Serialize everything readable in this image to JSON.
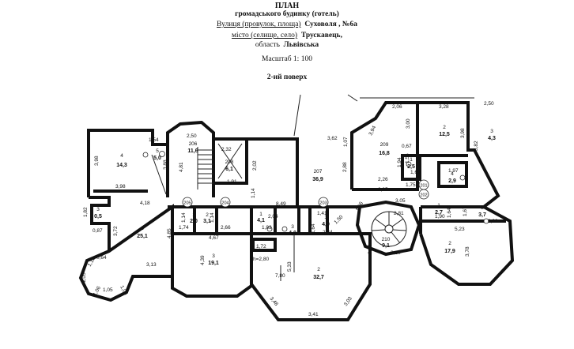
{
  "header": {
    "title": "ПЛАН",
    "subtitle": "громадського будинку (готель)",
    "street_label": "Вулиця (провулок, площа)",
    "street_value": "Суховоля , №6а",
    "city_label": "місто (селище, село)",
    "city_value": "Трускавець,",
    "region_label": "область",
    "region_value": "Львівська",
    "scale": "Масштаб 1: 100",
    "floor": "2-ий поверх"
  },
  "rooms": [
    {
      "id": "r4",
      "num": "4",
      "area": "14,3"
    },
    {
      "id": "r5",
      "num": "5",
      "area": "5,0"
    },
    {
      "id": "r206",
      "num": "206",
      "area": "11,6"
    },
    {
      "id": "r208",
      "num": "208",
      "area": "6,1"
    },
    {
      "id": "r207",
      "num": "207",
      "area": "36,9"
    },
    {
      "id": "r209",
      "num": "209",
      "area": "16,8"
    },
    {
      "id": "r2b",
      "num": "2",
      "area": "12,5"
    },
    {
      "id": "r3b",
      "num": "3",
      "area": "4,3"
    },
    {
      "id": "r1b",
      "num": "1",
      "area": "2,5"
    },
    {
      "id": "r4b",
      "num": "4",
      "area": "2,9"
    },
    {
      "id": "r3c",
      "num": "3",
      "area": "0,5"
    },
    {
      "id": "r2c",
      "num": "2",
      "area": "25,1"
    },
    {
      "id": "r1c",
      "num": "1",
      "area": "2,0"
    },
    {
      "id": "r2d",
      "num": "2",
      "area": "3,1"
    },
    {
      "id": "r1d",
      "num": "1",
      "area": "4,1"
    },
    {
      "id": "r3d",
      "num": "3",
      "area": "4,0"
    },
    {
      "id": "r1e",
      "num": "1",
      "area": "4,0"
    },
    {
      "id": "r3e",
      "num": "3",
      "area": "19,1"
    },
    {
      "id": "r2e",
      "num": "2",
      "area": "32,7"
    },
    {
      "id": "r210",
      "num": "210",
      "area": "9,1"
    },
    {
      "id": "r1f",
      "num": "1",
      "area": "2,7"
    },
    {
      "id": "r3f",
      "num": "3",
      "area": "3,7"
    },
    {
      "id": "r2f",
      "num": "2",
      "area": "17,9"
    }
  ],
  "doors": [
    "205",
    "204",
    "203",
    "201",
    "202"
  ],
  "dimensions": [
    "1,54",
    "2,50",
    "3,98",
    "3,98",
    "4,18",
    "3,88",
    "4,81",
    "2,32",
    "2,02",
    "1,91",
    "1,14",
    "3,62",
    "2,88",
    "8,49",
    "2,06",
    "3,28",
    "2,50",
    "3,00",
    "3,94",
    "1,07",
    "0,67",
    "1,94",
    "1,56",
    "1,69",
    "1,97",
    "2,26",
    "2,25",
    "3,98",
    "5,82",
    "1,75",
    "3,05",
    "1,82",
    "0,87",
    "3,72",
    "4,85",
    "1,14",
    "1,74",
    "1,14",
    "2,66",
    "4,67",
    "2,04",
    "1,83",
    "1,41",
    "1,50",
    "1,96",
    "2,81",
    "2,34",
    "1,64",
    "1,90",
    "1,64",
    "1,67",
    "0,03",
    "5,23",
    "3,78",
    "0,64",
    "1,11",
    "3,13",
    "1,05",
    "1,06",
    "1,05",
    "1,05",
    "4,39",
    "h=2,80",
    "1,72",
    "5,33",
    "7,80",
    "0,84",
    "3,10",
    "3,48",
    "3,03",
    "3,41"
  ]
}
